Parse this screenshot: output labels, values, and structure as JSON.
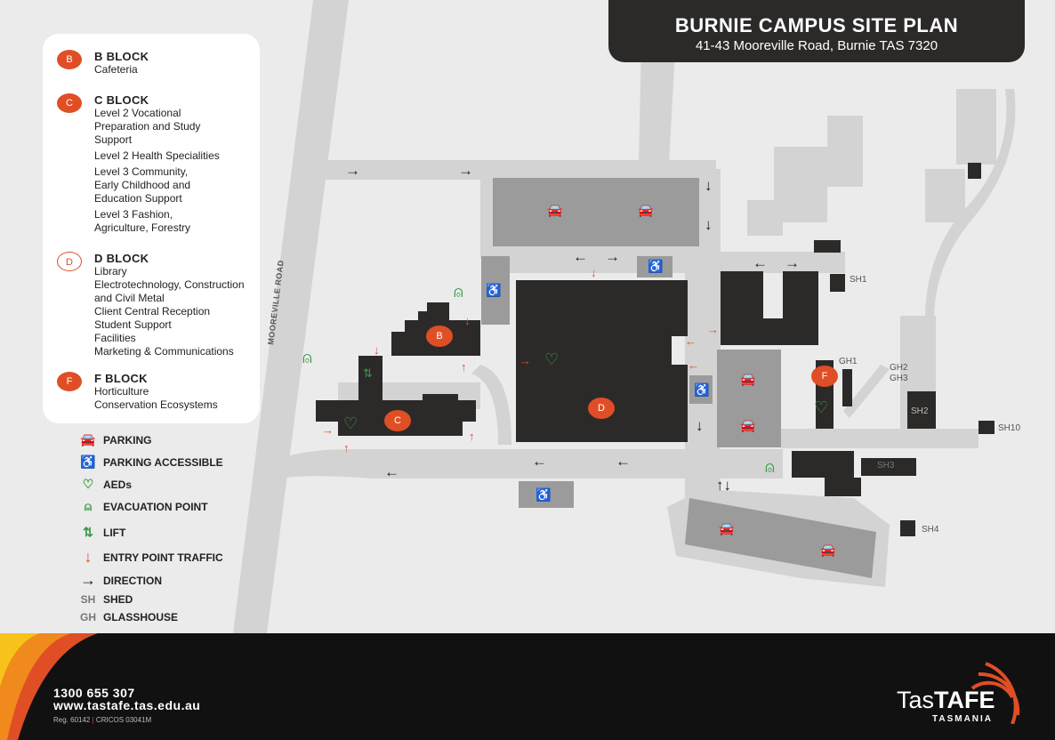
{
  "header": {
    "title": "BURNIE CAMPUS SITE PLAN",
    "address": "41-43 Mooreville Road, Burnie TAS 7320"
  },
  "blocks": [
    {
      "badge": "B",
      "title": "B BLOCK",
      "lines": [
        "Cafeteria"
      ]
    },
    {
      "badge": "C",
      "title": "C BLOCK",
      "lines": [
        "Level 2 Vocational Preparation and Study Support",
        "Level 2 Health Specialities",
        "Level 3 Community, Early Childhood and Education Support",
        "Level 3 Fashion, Agriculture, Forestry"
      ]
    },
    {
      "badge": "D",
      "title": "D BLOCK",
      "lines": [
        "Library",
        "Electrotechnology, Construction and Civil Metal",
        "Client Central Reception",
        "Student Support",
        "Facilities",
        "Marketing & Communications"
      ]
    },
    {
      "badge": "F",
      "title": "F BLOCK",
      "lines": [
        "Horticulture",
        "Conservation Ecosystems"
      ]
    }
  ],
  "legend": [
    {
      "icon": "parking-icon",
      "symbol": "🚘",
      "label": "PARKING"
    },
    {
      "icon": "accessible-parking-icon",
      "symbol": "♿",
      "label": "PARKING ACCESSIBLE"
    },
    {
      "icon": "aed-icon",
      "symbol": "♡",
      "label": "AEDs"
    },
    {
      "icon": "evacuation-point-icon",
      "symbol": "⍝",
      "label": "EVACUATION POINT"
    },
    {
      "icon": "lift-icon",
      "symbol": "⇅",
      "label": "LIFT"
    },
    {
      "icon": "entry-arrow-icon",
      "symbol": "↓",
      "label": "ENTRY POINT TRAFFIC"
    },
    {
      "icon": "direction-arrow-icon",
      "symbol": "→",
      "label": "DIRECTION"
    },
    {
      "icon": "shed-abbrev",
      "symbol": "SH",
      "label": "SHED"
    },
    {
      "icon": "glasshouse-abbrev",
      "symbol": "GH",
      "label": "GLASSHOUSE"
    }
  ],
  "map": {
    "road": "MOOREVILLE ROAD",
    "markers": [
      "B",
      "C",
      "D",
      "F"
    ],
    "labels": [
      "SH1",
      "GH1",
      "GH2",
      "GH3",
      "SH2",
      "SH10",
      "SH3",
      "SH4"
    ]
  },
  "footer": {
    "phone": "1300 655 307",
    "website": "www.tastafe.tas.edu.au",
    "reg": "Reg. 60142",
    "cricos": "CRICOS 03041M",
    "logo_a": "Tas",
    "logo_b": "TAFE",
    "logo_c": "TASMANIA"
  },
  "colors": {
    "accent": "#e04e26",
    "building": "#2c2a29",
    "parking": "#9b9b9b",
    "road": "#d3d3d3",
    "safety": "#3a9a46"
  }
}
